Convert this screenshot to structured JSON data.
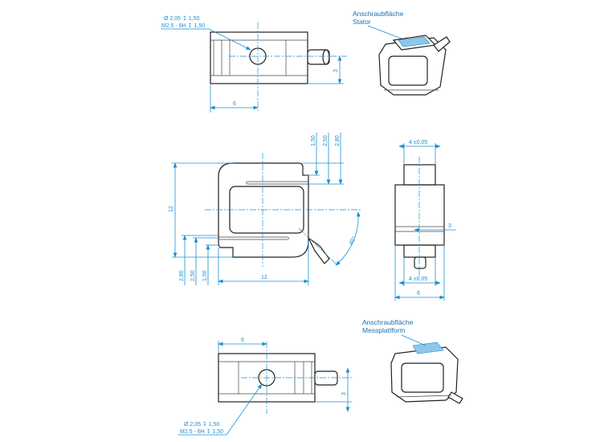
{
  "top_view": {
    "hole_diameter_note": "Ø 2,05 ↧ 1,50",
    "thread_note": "M2.5 - 6H ↧ 1,50",
    "dim_width": "6",
    "dim_height": "3"
  },
  "front_view": {
    "dim_height": "12",
    "dim_width": "12",
    "dims_top": [
      "1,50",
      "2,50",
      "2,80"
    ],
    "dims_bottom": [
      "2,80",
      "2,50",
      "1,50"
    ],
    "angle": "45°"
  },
  "side_view": {
    "dim_top": "4 ±0,05",
    "dim_bottom": "4 ±0,05",
    "dim_total": "6",
    "dim_pin": "3"
  },
  "bottom_view": {
    "dim_width": "6",
    "dim_height": "3",
    "hole_diameter_note": "Ø 2,05 ↧ 1,50",
    "thread_note": "M2.5 - 6H ↧ 1,50"
  },
  "iso_top": {
    "label_line1": "Anschraubfläche",
    "label_line2": "Stator"
  },
  "iso_bottom": {
    "label_line1": "Anschraubfläche",
    "label_line2": "Messplattform"
  },
  "colors": {
    "dimension": "#1b8fd2",
    "outline": "#222222"
  }
}
